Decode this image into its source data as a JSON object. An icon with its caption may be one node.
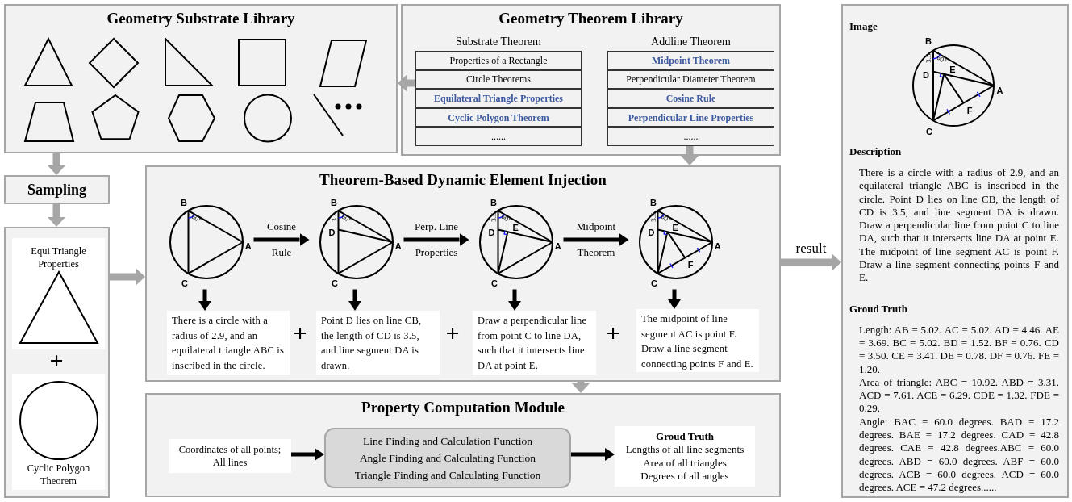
{
  "diagram": {
    "nodes": [
      {
        "text": [
          "Geometry Substrate Library"
        ]
      },
      {
        "text": [
          "Geometry Theorem Library"
        ]
      },
      {
        "text": [
          "Substrate Theorem"
        ],
        "in": 1
      },
      {
        "text": [
          "Properties of a Rectangle"
        ],
        "in": 2
      },
      {
        "text": [
          "Circle Theorems"
        ],
        "in": 2
      },
      {
        "text": [
          "Equilateral Triangle Properties"
        ],
        "in": 2
      },
      {
        "text": [
          "Cyclic Polygon Theorem"
        ],
        "in": 2
      },
      {
        "text": [
          "......"
        ],
        "in": 2
      },
      {
        "text": [
          "Addline Theorem"
        ],
        "in": 1
      },
      {
        "text": [
          "Midpoint Theorem"
        ],
        "in": 8
      },
      {
        "text": [
          "Perpendicular Diameter Theorem"
        ],
        "in": 8
      },
      {
        "text": [
          "Cosine Rule"
        ],
        "in": 8
      },
      {
        "text": [
          "Perpendicular Line Properties"
        ],
        "in": 8
      },
      {
        "text": [
          "......"
        ],
        "in": 8
      },
      {
        "text": [
          "Sampling"
        ]
      },
      {
        "text": [],
        "shape": "box"
      },
      {
        "text": [
          "Equi Triangle Properties"
        ],
        "in": 15
      },
      {
        "text": [
          "Cyclic Polygon Theorem"
        ],
        "in": 15
      },
      {
        "text": [
          "Theorem-Based Dynamic Element Injection"
        ]
      },
      {
        "text": [
          "B",
          "60°",
          "A",
          "C"
        ],
        "in": 18
      },
      {
        "text": [
          "B",
          "3.5",
          "60°",
          "D",
          "A",
          "C"
        ],
        "in": 18
      },
      {
        "text": [
          "B",
          "3.5",
          "60°",
          "D",
          "E",
          "A",
          "C"
        ],
        "in": 18
      },
      {
        "text": [
          "B",
          "3.5",
          "60°",
          "D",
          "E",
          "A",
          "F",
          "C"
        ],
        "in": 18
      },
      {
        "text": [
          "There is a circle with a radius of 2.9, and an equilateral triangle ABC is inscribed in the circle."
        ],
        "in": 18
      },
      {
        "text": [
          "Point D lies on line CB, the length of CD is 3.5, and line segment DA is drawn."
        ],
        "in": 18
      },
      {
        "text": [
          "Draw a perpendicular line from point C to line DA, such that it intersects line DA at point E."
        ],
        "in": 18
      },
      {
        "text": [
          "The midpoint of line segment AC is point F. Draw a line segment connecting points F and E."
        ],
        "in": 18
      },
      {
        "text": [
          "Property Computation Module"
        ]
      },
      {
        "text": [
          "Coordinates of all points; All lines"
        ],
        "in": 27
      },
      {
        "text": [
          "Line Finding and Calculation Function",
          "Angle Finding and Calculating Function",
          "Triangle Finding and Calculating Function"
        ],
        "in": 27
      },
      {
        "text": [
          "Groud Truth",
          "Lengths of all line segments",
          "Area of all triangles",
          "Degrees of all angles"
        ],
        "in": 27
      },
      {
        "text": [
          "Image",
          "Description",
          "There is a circle with a radius of 2.9, and an equilateral triangle ABC is inscribed in the circle. Point D lies on line CB, the length of CD is 3.5, and line segment DA is drawn. Draw a perpendicular line from point C to line DA, such that it intersects line DA at point E. The midpoint of line segment AC is point F. Draw a line segment connecting points F and E.",
          "Groud Truth",
          "Length: AB = 5.02. AC = 5.02. AD = 4.46. AE = 3.69. BC = 5.02. BD = 1.52. BF = 0.76. CD = 3.50. CE = 3.41. DE = 0.78. DF = 0.76. FE = 1.20.",
          "Area of triangle: ABC = 10.92. ABD = 3.31. ACD = 7.61. ACE = 6.29. CDE = 1.32. FDE = 0.29.",
          "Angle: BAC = 60.0 degrees. BAD = 17.2 degrees. BAE = 17.2 degrees. CAD = 42.8 degrees. CAE = 42.8 degrees.ABC = 60.0 degrees. ABD = 60.0 degrees. ABF = 60.0 degrees. ACB = 60.0 degrees. ACD = 60.0 degrees. ACE = 47.2 degrees......"
        ]
      },
      {
        "text": [
          "B",
          "3.5",
          "60°",
          "D",
          "E",
          "A",
          "F",
          "C"
        ],
        "in": 31
      }
    ],
    "edges": [
      {
        "from": 2,
        "to": 0,
        "arrow": "to",
        "style": "thick",
        "color": "#a6a6a6"
      },
      {
        "from": 8,
        "to": 18,
        "arrow": "to",
        "style": "thick",
        "color": "#a6a6a6"
      },
      {
        "from": 0,
        "to": 14,
        "arrow": "to",
        "style": "thick",
        "color": "#a6a6a6"
      },
      {
        "from": 14,
        "to": 15,
        "arrow": "to",
        "style": "thick",
        "color": "#a6a6a6"
      },
      {
        "from": 15,
        "to": 18,
        "arrow": "to",
        "style": "thick",
        "color": "#a6a6a6"
      },
      {
        "from": 19,
        "to": 20,
        "arrow": "to",
        "label": "Cosine Rule"
      },
      {
        "from": 20,
        "to": 21,
        "arrow": "to",
        "label": "Perp. Line Properties"
      },
      {
        "from": 21,
        "to": 22,
        "arrow": "to",
        "label": "Midpoint Theorem"
      },
      {
        "from": 19,
        "to": 23,
        "arrow": "to"
      },
      {
        "from": 20,
        "to": 24,
        "arrow": "to"
      },
      {
        "from": 21,
        "to": 25,
        "arrow": "to"
      },
      {
        "from": 22,
        "to": 26,
        "arrow": "to"
      },
      {
        "from": 18,
        "to": 27,
        "arrow": "to",
        "style": "thick",
        "color": "#a6a6a6"
      },
      {
        "from": 28,
        "to": 29,
        "arrow": "to"
      },
      {
        "from": 29,
        "to": 30,
        "arrow": "to"
      },
      {
        "from": 18,
        "to": 31,
        "arrow": "to",
        "label": "result",
        "style": "thick",
        "color": "#a6a6a6"
      }
    ],
    "labels": [
      "+",
      "+",
      "+",
      "+"
    ]
  }
}
